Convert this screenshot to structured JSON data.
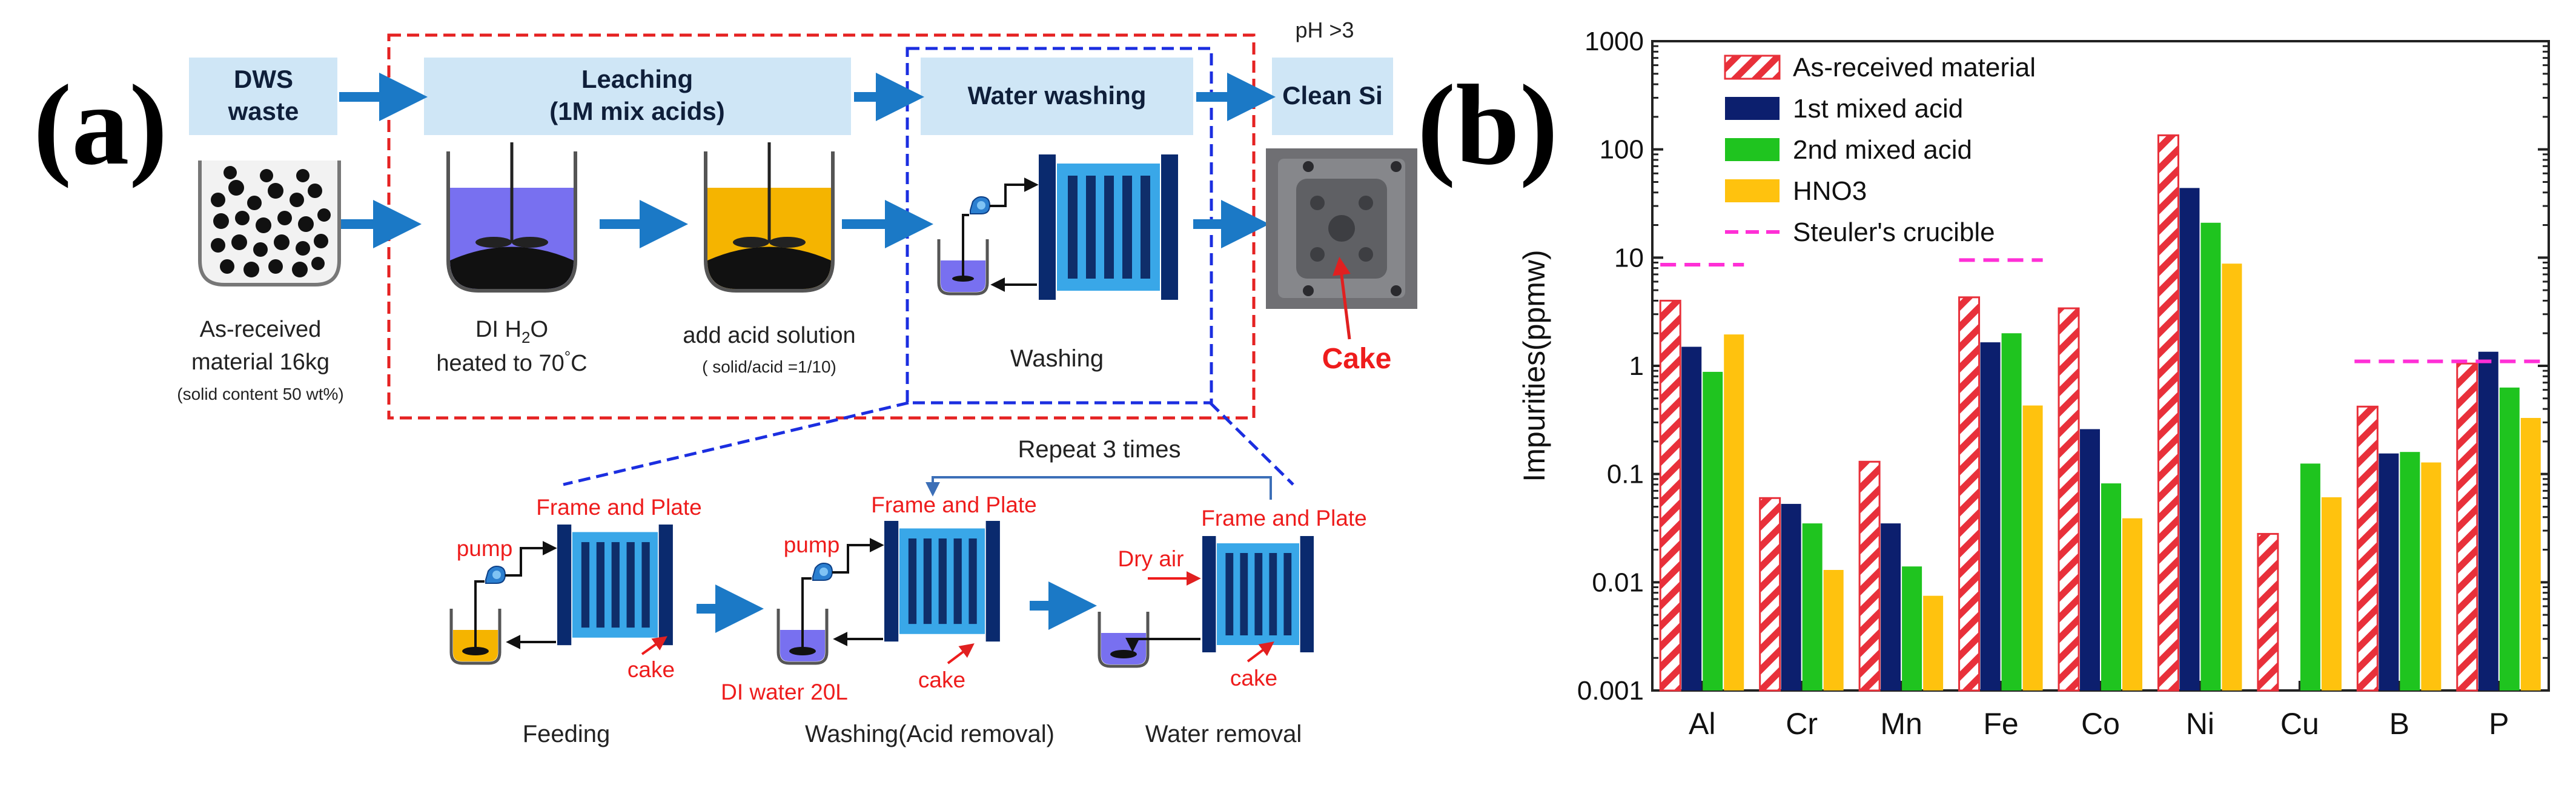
{
  "panel_a": {
    "label": "(a)",
    "flow": {
      "dws_line1": "DWS",
      "dws_line2": "waste",
      "leaching_line1": "Leaching",
      "leaching_line2": "(1M mix acids)",
      "water_washing": "Water washing",
      "ph_note": "pH >3",
      "clean_si": "Clean Si"
    },
    "labels": {
      "received_line1": "As-received",
      "received_line2": "material 16kg",
      "received_line3": "(solid content 50 wt%)",
      "di_line1": "DI H",
      "di_sub": "2",
      "di_line1_end": "O",
      "di_line2": "heated to 70",
      "di_deg": "°",
      "di_unit": "C",
      "acid_line1": "add acid solution",
      "acid_line2": "( solid/acid =1/10)",
      "washing": "Washing",
      "cake": "Cake"
    },
    "detail": {
      "repeat": "Repeat 3 times",
      "frame_plate": "Frame and Plate",
      "pump": "pump",
      "cake": "cake",
      "di_water": "DI water 20L",
      "dry_air": "Dry air",
      "feeding": "Feeding",
      "washing_acid": "Washing(Acid removal)",
      "water_removal": "Water removal"
    }
  },
  "panel_b": {
    "label": "(b)"
  },
  "chart_data": {
    "type": "bar",
    "y_scale": "log",
    "ylabel": "Impurities(ppmw)",
    "xlabel": "",
    "ylim": [
      0.001,
      1000
    ],
    "y_ticks": [
      "0.001",
      "0.01",
      "0.1",
      "1",
      "10",
      "100",
      "1000"
    ],
    "categories": [
      "Al",
      "Cr",
      "Mn",
      "Fe",
      "Co",
      "Ni",
      "Cu",
      "B",
      "P"
    ],
    "legend_position": "top-left",
    "series": [
      {
        "name": "As-received material",
        "color": "#e8303a",
        "pattern": "hatch",
        "values": [
          4.0,
          0.06,
          0.13,
          4.3,
          3.4,
          135,
          0.028,
          0.42,
          1.05
        ]
      },
      {
        "name": "1st mixed acid",
        "color": "#0c1f6e",
        "values": [
          1.5,
          0.053,
          0.035,
          1.65,
          0.26,
          44,
          null,
          0.155,
          1.35
        ]
      },
      {
        "name": "2nd mixed acid",
        "color": "#1fc41f",
        "values": [
          0.88,
          0.035,
          0.014,
          2.0,
          0.082,
          21,
          0.125,
          0.16,
          0.63
        ]
      },
      {
        "name": "HNO3",
        "color": "#ffc20e",
        "values": [
          1.95,
          0.013,
          0.0075,
          0.43,
          0.039,
          8.8,
          0.061,
          0.128,
          0.33
        ]
      }
    ],
    "reference_line": {
      "name": "Steuler's crucible",
      "color": "#ff2fd6",
      "segments": [
        {
          "category": "Al",
          "value": 8.6
        },
        {
          "category": "Fe",
          "value": 9.5
        },
        {
          "category_range": [
            "B",
            "P"
          ],
          "value": 1.1
        }
      ]
    }
  }
}
